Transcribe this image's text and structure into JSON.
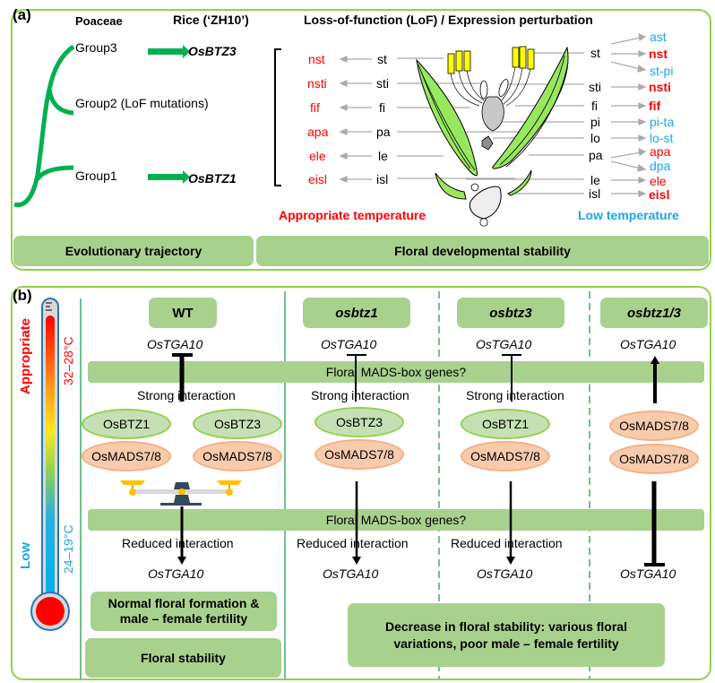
{
  "panel_a": {
    "label": "(a)",
    "headers": {
      "poaceae": "Poaceae",
      "rice": "Rice (‘ZH10’)",
      "lof": "Loss-of-function (LoF) / Expression perturbation"
    },
    "groups": [
      "Group3",
      "Group2 (LoF mutations)",
      "Group1"
    ],
    "genes": [
      "OsBTZ3",
      "OsBTZ1"
    ],
    "left_mutants": [
      "nst",
      "nsti",
      "fif",
      "apa",
      "ele",
      "eisl"
    ],
    "left_organs": [
      "st",
      "sti",
      "fi",
      "pa",
      "le",
      "isl"
    ],
    "right_organs": [
      "st",
      "sti",
      "fi",
      "pi",
      "lo",
      "pa",
      "le",
      "isl"
    ],
    "right_phenotypes": [
      {
        "text": "ast",
        "color": "blue",
        "bold": false
      },
      {
        "text": "nst",
        "color": "red",
        "bold": true
      },
      {
        "text": "st-pi",
        "color": "blue",
        "bold": false
      },
      {
        "text": "nsti",
        "color": "red",
        "bold": true
      },
      {
        "text": "fif",
        "color": "red",
        "bold": true
      },
      {
        "text": "pi-ta",
        "color": "blue",
        "bold": false
      },
      {
        "text": "lo-st",
        "color": "blue",
        "bold": false
      },
      {
        "text": "apa",
        "color": "red",
        "bold": false
      },
      {
        "text": "dpa",
        "color": "blue",
        "bold": false
      },
      {
        "text": "ele",
        "color": "red",
        "bold": false
      },
      {
        "text": "eisl",
        "color": "red",
        "bold": true
      }
    ],
    "appropriate_temp": "Appropriate temperature",
    "low_temp": "Low temperature",
    "box_evolution": "Evolutionary trajectory",
    "box_floral": "Floral developmental stability"
  },
  "panel_b": {
    "label": "(b)",
    "thermometer": {
      "appropriate": "Appropriate",
      "low": "Low",
      "high_range": "32–28°C",
      "low_range": "24–19°C"
    },
    "columns": [
      {
        "title": "WT",
        "title_italic": false,
        "top_gene": "OsTGA10",
        "interaction_top": "Strong interaction",
        "green_ellipses": [
          "OsBTZ1",
          "OsBTZ3"
        ],
        "orange_ellipses": [
          "OsMADS7/8",
          "OsMADS7/8"
        ],
        "interaction_bottom": "Reduced interaction",
        "bottom_gene": "OsTGA10"
      },
      {
        "title": "osbtz1",
        "title_italic": true,
        "top_gene": "OsTGA10",
        "interaction_top": "Strong interaction",
        "green_ellipses": [
          "OsBTZ3"
        ],
        "orange_ellipses": [
          "OsMADS7/8"
        ],
        "interaction_bottom": "Reduced interaction",
        "bottom_gene": "OsTGA10"
      },
      {
        "title": "osbtz3",
        "title_italic": true,
        "top_gene": "OsTGA10",
        "interaction_top": "Strong interaction",
        "green_ellipses": [
          "OsBTZ1"
        ],
        "orange_ellipses": [
          "OsMADS7/8"
        ],
        "interaction_bottom": "Reduced interaction",
        "bottom_gene": "OsTGA10"
      },
      {
        "title": "osbtz1/3",
        "title_italic": true,
        "top_gene": "OsTGA10",
        "interaction_top": "",
        "green_ellipses": [],
        "orange_ellipses": [
          "OsMADS7/8",
          "OsMADS7/8"
        ],
        "interaction_bottom": "",
        "bottom_gene": "OsTGA10"
      }
    ],
    "band_label": "Floral MADS-box genes?",
    "wt_outcome": "Normal floral formation & male – female fertility",
    "wt_stability": "Floral stability",
    "mutant_outcome": "Decrease in floral stability: various floral variations, poor male – female fertility"
  },
  "colors": {
    "panel_border": "#92d050",
    "box_fill": "#a9d18e",
    "green_ellipse": "#c5e0b4",
    "orange_ellipse": "#f8cbad",
    "red": "#ff0000",
    "blue": "#1aa7e6",
    "tree_green": "#00b050"
  }
}
